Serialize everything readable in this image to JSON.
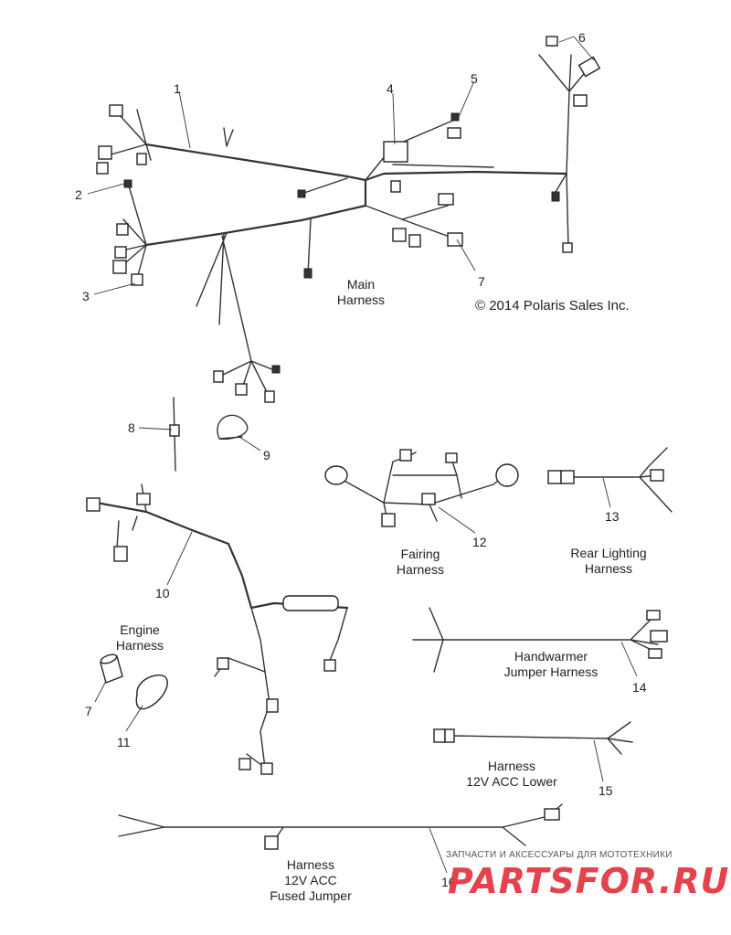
{
  "copyright": "© 2014 Polaris Sales Inc.",
  "labels": {
    "main_harness": [
      "Main",
      "Harness"
    ],
    "fairing_harness": [
      "Fairing",
      "Harness"
    ],
    "rear_lighting_harness": [
      "Rear Lighting",
      "Harness"
    ],
    "engine_harness": [
      "Engine",
      "Harness"
    ],
    "handwarmer_harness": [
      "Handwarmer",
      "Jumper Harness"
    ],
    "acc_lower_harness": [
      "Harness",
      "12V ACC Lower"
    ],
    "fused_jumper_harness": [
      "Harness",
      "12V ACC",
      "Fused Jumper"
    ]
  },
  "callouts": [
    "1",
    "2",
    "3",
    "4",
    "5",
    "6",
    "7",
    "8",
    "9",
    "10",
    "12",
    "13",
    "7",
    "11",
    "14",
    "15",
    "16"
  ],
  "watermark": {
    "tagline": "ЗАПЧАСТИ И АКСЕССУАРЫ ДЛЯ МОТОТЕХНИКИ",
    "logo": "PARTSFOR.RU"
  }
}
